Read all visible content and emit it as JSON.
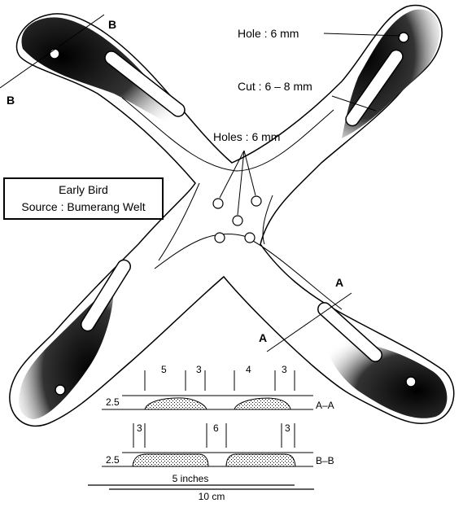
{
  "info": {
    "name": "Early Bird",
    "source": "Source : Bumerang Welt"
  },
  "callouts": {
    "hole": "Hole : 6 mm",
    "cut": "Cut : 6 – 8 mm",
    "holes": "Holes : 6 mm"
  },
  "sections": {
    "section_a_top": "A",
    "section_a_bottom": "A",
    "section_b_top": "B",
    "section_b_bottom": "B"
  },
  "profile_aa": {
    "label": "A–A",
    "thickness": "2.5",
    "dims": [
      "5",
      "3",
      "4",
      "3"
    ]
  },
  "profile_bb": {
    "label": "B–B",
    "thickness": "2.5",
    "dims": [
      "3",
      "6",
      "3"
    ]
  },
  "scale": {
    "inches": "5 inches",
    "cm": "10 cm"
  }
}
